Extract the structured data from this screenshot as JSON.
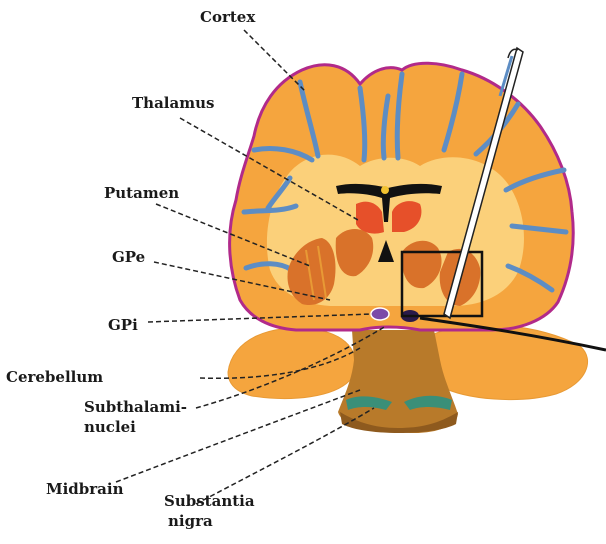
{
  "labels": {
    "cortex": "Cortex",
    "thalamus": "Thalamus",
    "putamen": "Putamen",
    "gpe": "GPe",
    "gpi": "GPi",
    "cerebellum": "Cerebellum",
    "subthalamic_line1": "Subthalami-",
    "subthalamic_line2": "nuclei",
    "midbrain": "Midbrain",
    "substantia_line1": "Substantia",
    "substantia_line2": "nigra"
  },
  "colors": {
    "cortex_fill": "#f5a53e",
    "cortex_outline": "#b12a8a",
    "white_matter": "#fbd07a",
    "sulcus_blue": "#5d8dc4",
    "nucleus_orange": "#d9722a",
    "thalamus_red": "#e6502a",
    "brainstem": "#b87a2a",
    "substantia_teal": "#3a8f78",
    "gpi_purple": "#7b4aa8",
    "label_text": "#1a1a1a"
  }
}
